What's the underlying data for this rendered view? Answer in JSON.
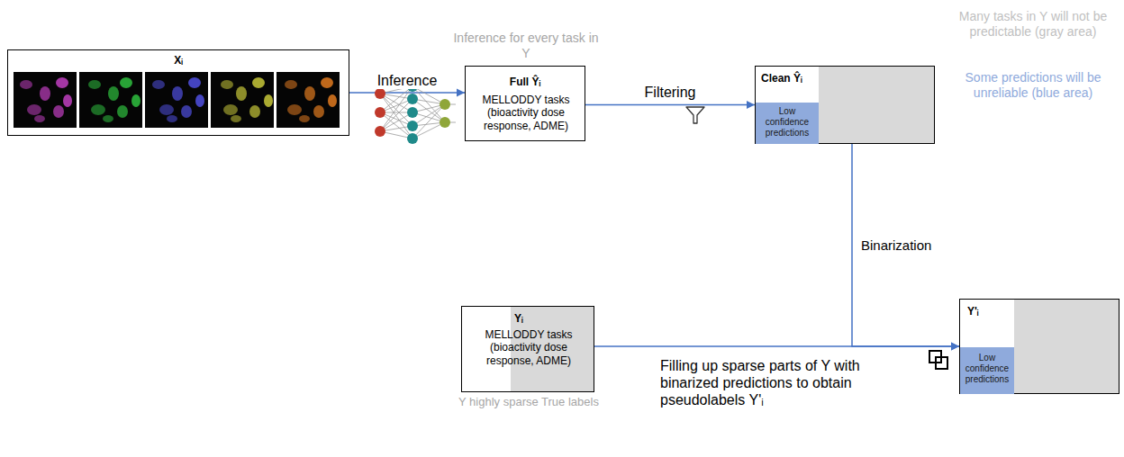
{
  "diagram": {
    "nodes": [
      {
        "text": [
          "Xᵢ"
        ]
      },
      {
        "text": [
          "Inference for every task in Y",
          "Full Ŷᵢ",
          "MELLODDY tasks (bioactivity dose response, ADME)"
        ]
      },
      {
        "text": [
          "Clean Ŷᵢ"
        ]
      },
      {
        "text": [
          "Low confidence predictions"
        ],
        "in": 2
      },
      {
        "text": [
          "Yᵢ",
          "MELLODDY tasks (bioactivity dose response, ADME)",
          "Y highly sparse True labels"
        ]
      },
      {
        "text": [
          "Y'ᵢ"
        ]
      },
      {
        "text": [
          "Low confidence predictions"
        ],
        "in": 5
      }
    ],
    "edges": [
      {
        "from": 0,
        "to": 1,
        "arrow": "to",
        "label": "Inference"
      },
      {
        "from": 1,
        "to": 2,
        "arrow": "to",
        "label": "Filtering"
      },
      {
        "from": 2,
        "to": 5,
        "arrow": "to",
        "label": "Binarization"
      },
      {
        "from": 4,
        "to": 5,
        "arrow": "to",
        "label": "Filling up sparse parts of Y with binarized predictions to obtain pseudolabels Y'ᵢ"
      }
    ],
    "labels": [
      "Many tasks in Y will not be predictable (gray area)",
      "Some predictions will be unreliable (blue area)"
    ]
  }
}
